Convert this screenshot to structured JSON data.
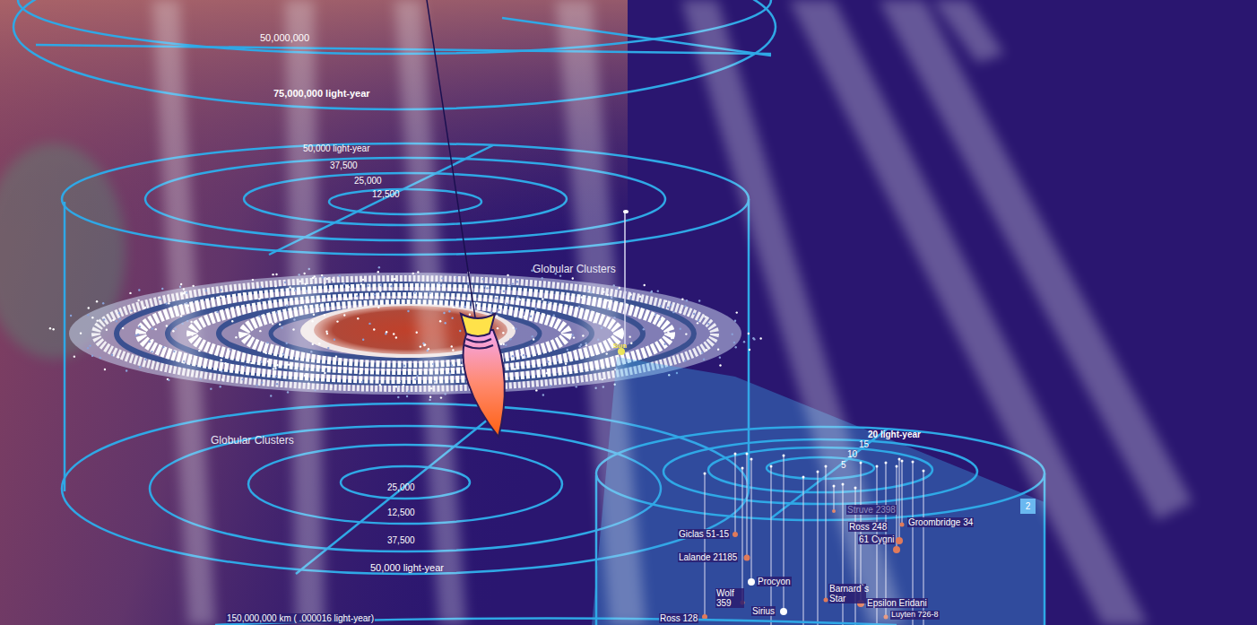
{
  "diagram": {
    "nodes": [
      {
        "text": [
          "2"
        ]
      }
    ],
    "labels": [
      "50,000,000",
      "75,000,000 light-year",
      "50,000 light-year",
      "37,500",
      "25,000",
      "12,500",
      "Globular Clusters",
      "Sun",
      "Globular Clusters",
      "25,000",
      "12,500",
      "37,500",
      "50,000 light-year",
      "20 light-year",
      "15",
      "10",
      "5",
      "Struve 2398",
      "Ross 248",
      "Groombridge 34",
      "61 Cygni",
      "Giclas 51-15",
      "Lalande 21185",
      "Procyon",
      "Barnard`s Star",
      "Wolf 359",
      "Epsilon Eridani",
      "Sirius",
      "Luyten 726-8",
      "Ross 128",
      "150,000,000 km ( .000016 light-year)"
    ]
  }
}
